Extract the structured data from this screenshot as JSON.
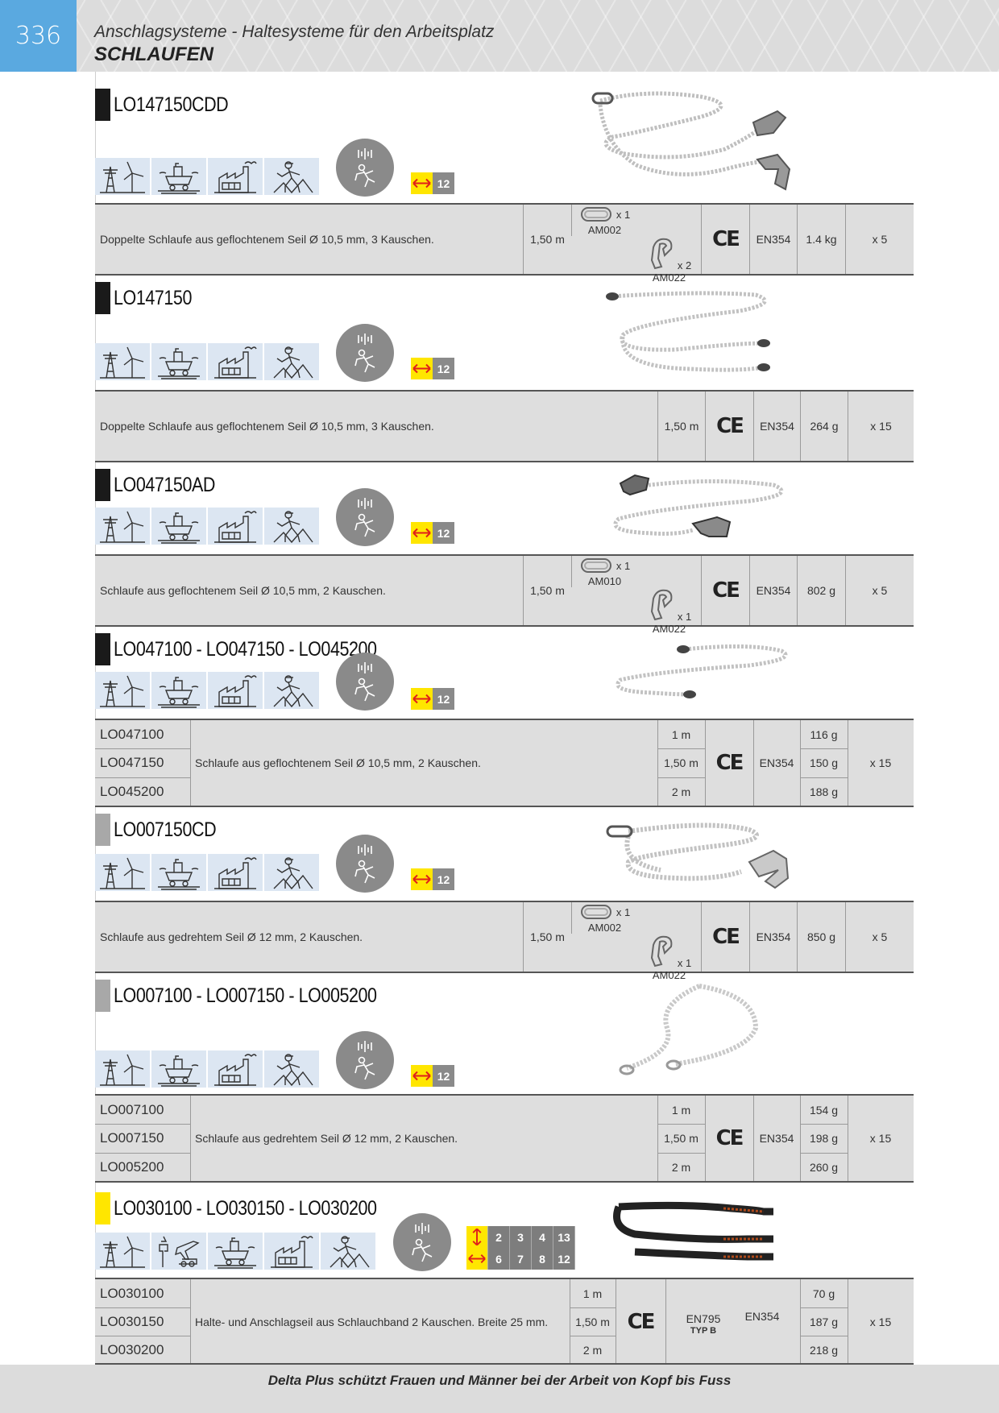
{
  "header": {
    "page_number": "336",
    "subtitle": "Anschlagsysteme - Haltesysteme für den Arbeitsplatz",
    "title": "SCHLAUFEN"
  },
  "colors": {
    "header_blue": "#5aa9e0",
    "bar_black": "#1a1a1a",
    "bar_grey": "#a8a8a8",
    "bar_yellow": "#ffe600",
    "badge_yellow": "#ffe600"
  },
  "icons": [
    "power-wind-icon",
    "mining-icon",
    "factory-icon",
    "construction-worker-icon",
    "fall-protection-icon",
    "length-arrow-icon"
  ],
  "products": [
    {
      "code": "LO147150CDD",
      "bar_color": "black",
      "length_badge": "12",
      "description": "Doppelte Schlaufe aus geflochtenem Seil Ø 10,5 mm, 3 Kauschen.",
      "length": "1,50 m",
      "accessory1": {
        "qty": "x 1",
        "code": "AM002"
      },
      "accessory2": {
        "qty": "x 2",
        "code": "AM022"
      },
      "norm": "EN354",
      "weight": "1.4 kg",
      "pack": "x 5"
    },
    {
      "code": "LO147150",
      "bar_color": "black",
      "length_badge": "12",
      "description": "Doppelte Schlaufe aus geflochtenem Seil Ø 10,5 mm, 3 Kauschen.",
      "length": "1,50 m",
      "norm": "EN354",
      "weight": "264 g",
      "pack": "x 15"
    },
    {
      "code": "LO047150AD",
      "bar_color": "black",
      "length_badge": "12",
      "description": "Schlaufe aus geflochtenem Seil Ø 10,5 mm, 2 Kauschen.",
      "length": "1,50 m",
      "accessory1": {
        "qty": "x 1",
        "code": "AM010"
      },
      "accessory2": {
        "qty": "x 1",
        "code": "AM022"
      },
      "norm": "EN354",
      "weight": "802 g",
      "pack": "x 5"
    },
    {
      "code": "LO047100 - LO047150 - LO045200",
      "bar_color": "black",
      "length_badge": "12",
      "description": "Schlaufe aus geflochtenem Seil Ø 10,5 mm, 2 Kauschen.",
      "norm": "EN354",
      "pack": "x 15",
      "variants": [
        {
          "code": "LO047100",
          "length": "1 m",
          "weight": "116 g"
        },
        {
          "code": "LO047150",
          "length": "1,50 m",
          "weight": "150 g"
        },
        {
          "code": "LO045200",
          "length": "2 m",
          "weight": "188 g"
        }
      ]
    },
    {
      "code": "LO007150CD",
      "bar_color": "grey",
      "length_badge": "12",
      "description": "Schlaufe aus gedrehtem Seil Ø 12 mm, 2 Kauschen.",
      "length": "1,50 m",
      "accessory1": {
        "qty": "x 1",
        "code": "AM002"
      },
      "accessory2": {
        "qty": "x 1",
        "code": "AM022"
      },
      "norm": "EN354",
      "weight": "850 g",
      "pack": "x 5"
    },
    {
      "code": "LO007100 - LO007150 - LO005200",
      "bar_color": "grey",
      "length_badge": "12",
      "description": "Schlaufe aus gedrehtem Seil Ø 12 mm, 2 Kauschen.",
      "norm": "EN354",
      "pack": "x 15",
      "variants": [
        {
          "code": "LO007100",
          "length": "1 m",
          "weight": "154 g"
        },
        {
          "code": "LO007150",
          "length": "1,50 m",
          "weight": "198 g"
        },
        {
          "code": "LO005200",
          "length": "2 m",
          "weight": "260 g"
        }
      ]
    },
    {
      "code": "LO030100 -  LO030150 - LO030200",
      "bar_color": "yellow",
      "size_row1": [
        "2",
        "3",
        "4",
        "13"
      ],
      "size_row2": [
        "6",
        "7",
        "8",
        "12"
      ],
      "description": "Halte- und Anschlagseil aus Schlauchband 2 Kauschen. Breite 25 mm.",
      "norm1": "EN795",
      "norm1_sub": "TYP B",
      "norm": "EN354",
      "pack": "x 15",
      "variants": [
        {
          "code": "LO030100",
          "length": "1 m",
          "weight": "70 g"
        },
        {
          "code": "LO030150",
          "length": "1,50 m",
          "weight": "187 g"
        },
        {
          "code": "LO030200",
          "length": "2 m",
          "weight": "218 g"
        }
      ]
    }
  ],
  "footer": {
    "text": "Delta Plus schützt Frauen und Männer bei der Arbeit von Kopf bis Fuss"
  }
}
